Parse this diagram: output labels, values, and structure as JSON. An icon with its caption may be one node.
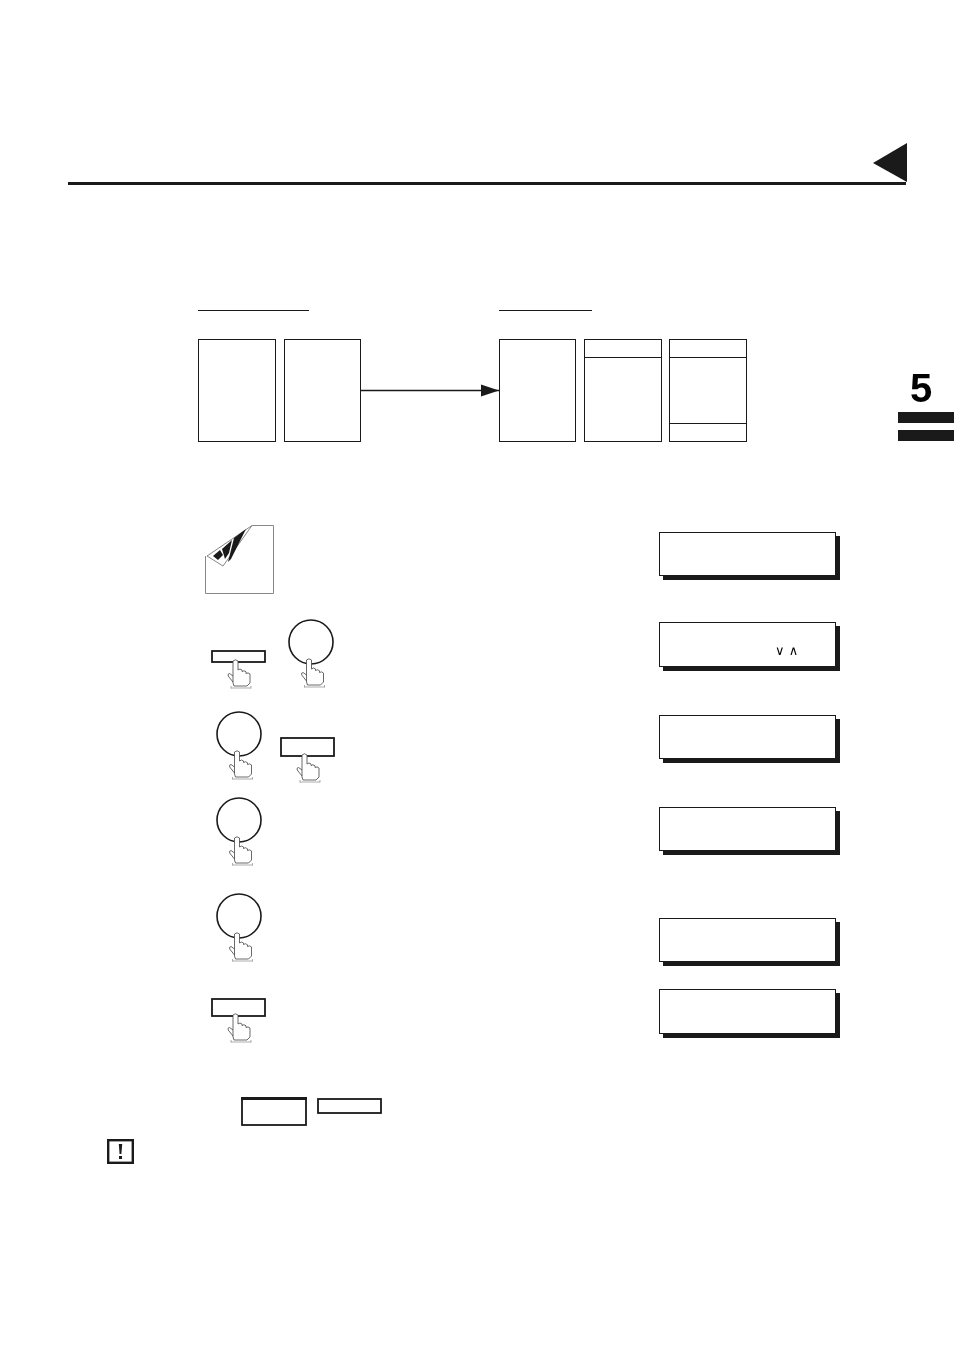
{
  "diagram": {
    "nodes": [
      {
        "text": [],
        "shape": "box"
      },
      {
        "text": [],
        "shape": "box"
      },
      {
        "text": [],
        "shape": "box"
      },
      {
        "text": [],
        "shape": "box"
      },
      {
        "text": [],
        "shape": "box"
      },
      {
        "text": [],
        "shape": "box"
      },
      {
        "text": [
          "∨ ∧"
        ]
      },
      {
        "text": [],
        "shape": "box"
      },
      {
        "text": [],
        "shape": "box"
      },
      {
        "text": [],
        "shape": "box"
      },
      {
        "text": [],
        "shape": "box"
      }
    ],
    "edges": [
      {
        "from": 1,
        "to": 2,
        "arrow": "to"
      }
    ],
    "labels": [
      "5"
    ]
  }
}
